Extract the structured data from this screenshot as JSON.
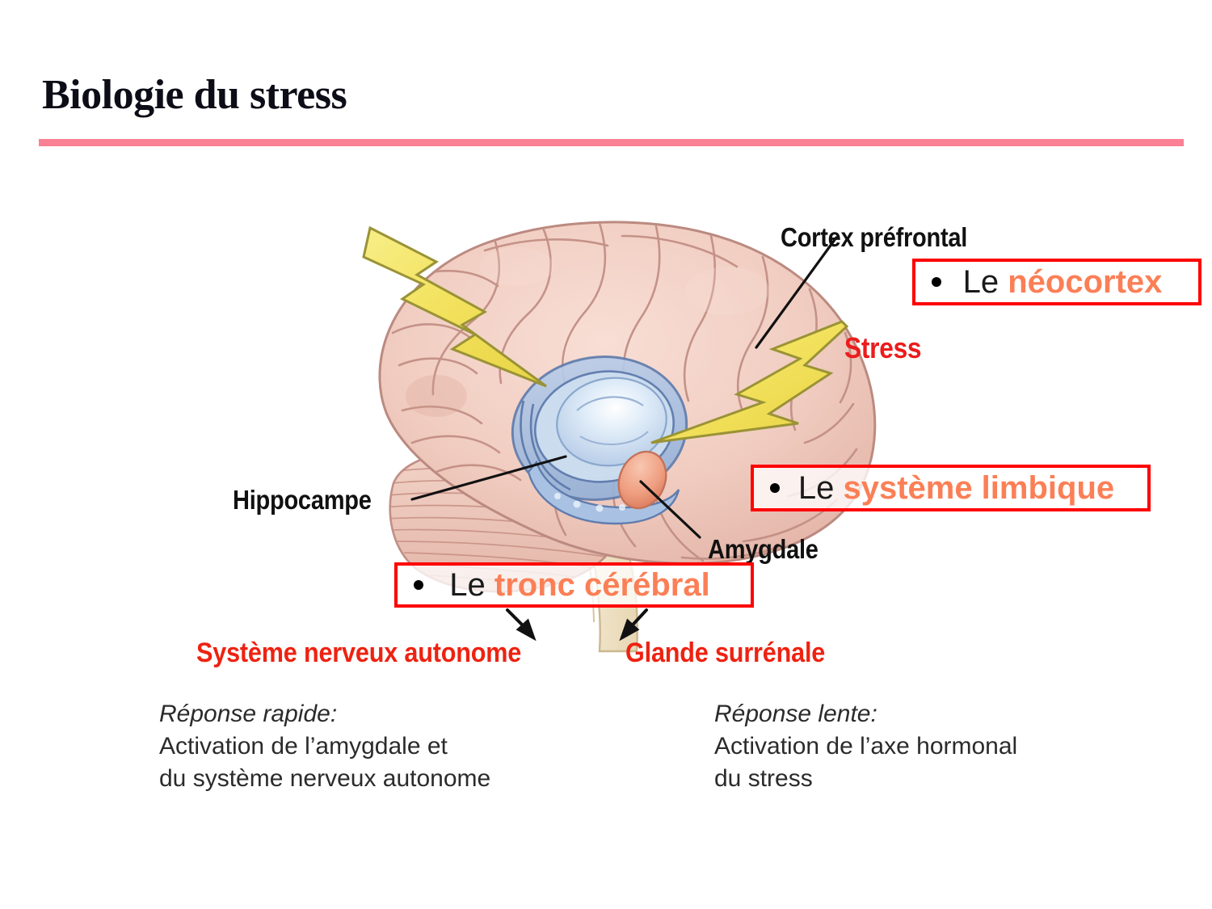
{
  "slide": {
    "title": "Biologie du stress",
    "accent_rule_color": "#fa8194"
  },
  "diagram": {
    "anatomy_labels": [
      {
        "id": "cortex",
        "text": "Cortex préfrontal",
        "color": "#111111"
      },
      {
        "id": "hippo",
        "text": "Hippocampe",
        "color": "#111111"
      },
      {
        "id": "amygdale",
        "text": "Amygdale",
        "color": "#111111"
      },
      {
        "id": "stress",
        "text": "Stress",
        "color": "#ec1c1c"
      }
    ],
    "outcome_labels": [
      {
        "id": "sna",
        "text": "Système nerveux autonome",
        "color": "#ee2211"
      },
      {
        "id": "gland",
        "text": "Glande surrénale",
        "color": "#ee2211"
      }
    ],
    "callouts": [
      {
        "id": "neocortex",
        "bullet": "•",
        "lead": "Le ",
        "highlight": "néocortex",
        "border_color": "#ff0000",
        "highlight_color": "#fb7f56"
      },
      {
        "id": "limbique",
        "bullet": "•",
        "lead": "Le ",
        "highlight": "système limbique",
        "border_color": "#ff0000",
        "highlight_color": "#fb7f56"
      },
      {
        "id": "tronc",
        "bullet": "•",
        "lead": "Le ",
        "highlight": "tronc cérébral",
        "border_color": "#ff0000",
        "highlight_color": "#fb7f56"
      }
    ],
    "captions": {
      "left": {
        "heading": "Réponse rapide:",
        "line1": "Activation de l’amygdale et",
        "line2": "du système nerveux autonome"
      },
      "right": {
        "heading": "Réponse lente:",
        "line1": "Activation de l’axe hormonal",
        "line2": "du stress"
      }
    },
    "colors": {
      "cortex_fill": "#f2cfc4",
      "cortex_stroke": "#c08f86",
      "limbic_blue": "#a8bfe0",
      "limbic_stroke": "#5f7cad",
      "thalamus": "#cfe0f2",
      "amygdala": "#f0a183",
      "brainstem": "#f0e4c8",
      "bolt_fill": "#f2e15c",
      "bolt_stroke": "#9a9336"
    }
  }
}
